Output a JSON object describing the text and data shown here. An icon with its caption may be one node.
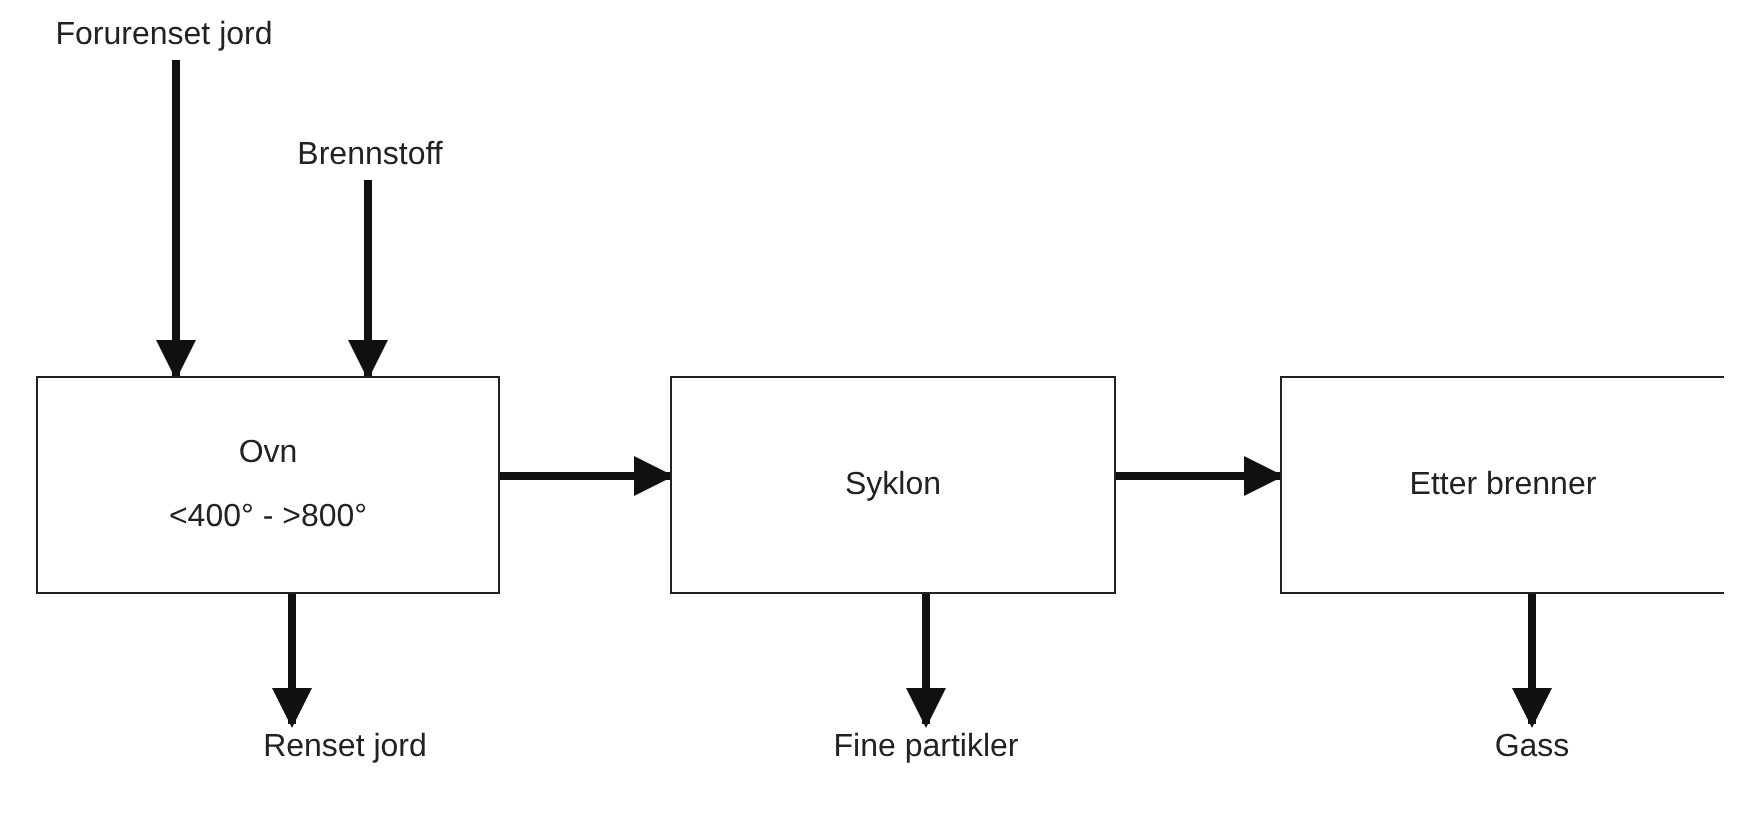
{
  "diagram": {
    "nodes": [
      {
        "text": [
          "Forurenset jord"
        ]
      },
      {
        "text": [
          "Brennstoff"
        ]
      },
      {
        "text": [
          "Ovn",
          "<400° - >800°"
        ]
      },
      {
        "text": [
          "Syklon"
        ]
      },
      {
        "text": [
          "Etter brenner"
        ]
      },
      {
        "text": [
          "Renset jord"
        ]
      },
      {
        "text": [
          "Fine partikler"
        ]
      },
      {
        "text": [
          "Gass"
        ]
      }
    ],
    "edges": [
      {
        "from": 0,
        "to": 2,
        "arrow": "to"
      },
      {
        "from": 1,
        "to": 2,
        "arrow": "to"
      },
      {
        "from": 2,
        "to": 3,
        "arrow": "to"
      },
      {
        "from": 3,
        "to": 4,
        "arrow": "to"
      },
      {
        "from": 2,
        "to": 5,
        "arrow": "to"
      },
      {
        "from": 3,
        "to": 6,
        "arrow": "to"
      },
      {
        "from": 4,
        "to": 7,
        "arrow": "to"
      }
    ]
  }
}
